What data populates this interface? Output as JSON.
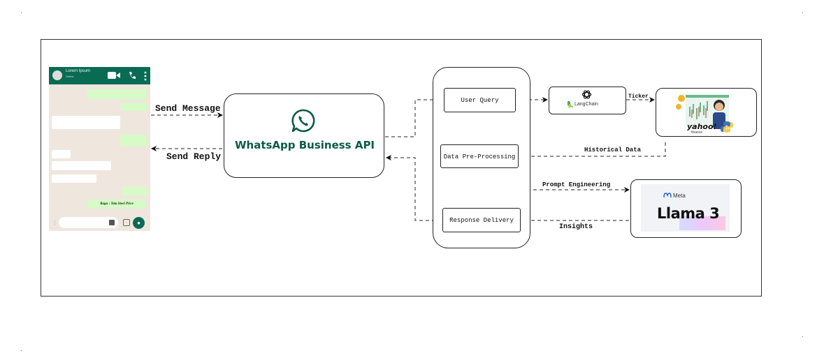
{
  "phone": {
    "contact_name": "Lorem Ipsum",
    "contact_status": "Online",
    "sent_message": "Ragu : Tata Steel Price"
  },
  "arrows": {
    "send_message": "Send Message",
    "send_reply": "Send Reply",
    "ticker": "Ticker",
    "historical_data": "Historical Data",
    "prompt_engineering": "Prompt Engineering",
    "insights": "Insights"
  },
  "whatsapp": {
    "title": "WhatsApp Business API"
  },
  "pipeline": {
    "user_query": "User Query",
    "data_preprocessing": "Data Pre-Processing",
    "response_delivery": "Response Delivery"
  },
  "langchain": {
    "label": "LangChain"
  },
  "yahoo": {
    "brand": "yahoo!",
    "sub": "finance"
  },
  "llm": {
    "vendor": "Meta",
    "model": "Llama 3"
  },
  "colors": {
    "whatsapp_green": "#0c5a45",
    "whatsapp_header": "#0a6b55",
    "bubble": "#d7fbc6",
    "chat_bg": "#efe7de"
  },
  "icons": [
    "whatsapp-logo-icon",
    "video-icon",
    "phone-icon",
    "menu-icon",
    "mic-icon",
    "camera-icon",
    "openai-icon",
    "python-icon"
  ]
}
